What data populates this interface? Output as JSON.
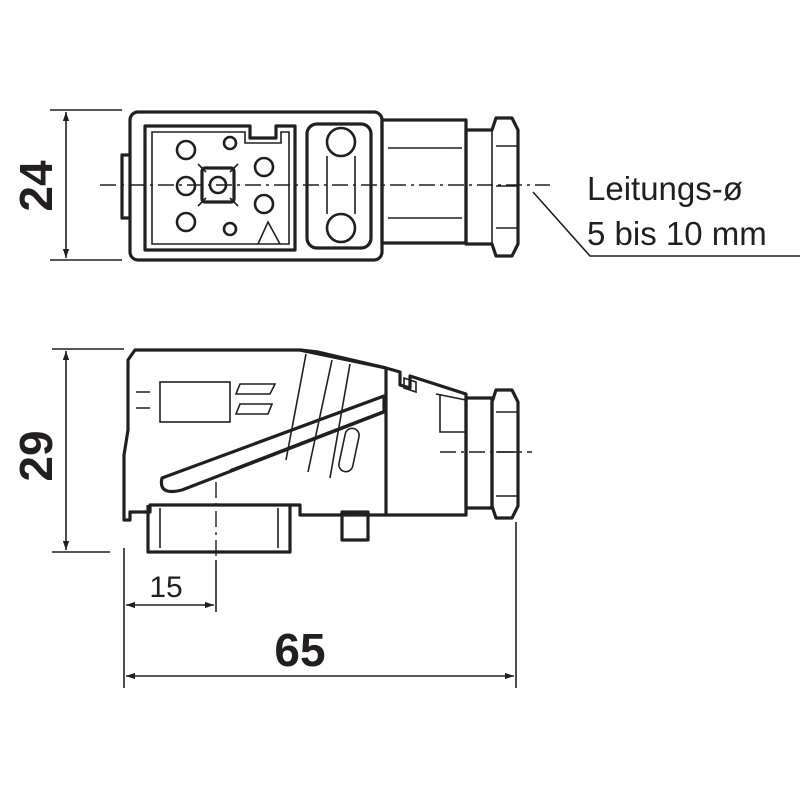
{
  "dimensions": {
    "width_top": "24",
    "height_side": "29",
    "length_total": "65",
    "offset_pin": "15"
  },
  "cable_note": {
    "line1": "Leitungs-ø",
    "line2": "5 bis 10 mm"
  },
  "colors": {
    "ink": "#231f20",
    "background": "#ffffff"
  }
}
